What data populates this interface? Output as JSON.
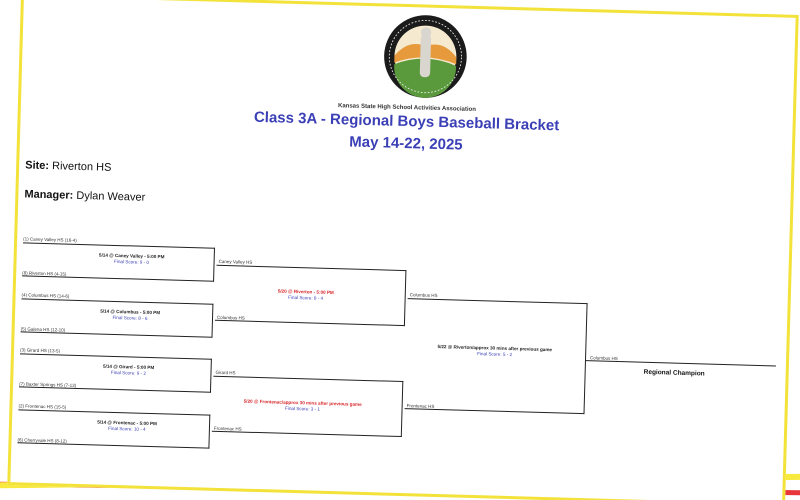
{
  "document": {
    "association": "Kansas State High School Activities Association",
    "title": "Class 3A - Regional Boys Baseball Bracket",
    "dates": "May 14-22, 2025",
    "site_label": "Site:",
    "site_value": "Riverton HS",
    "manager_label": "Manager:",
    "manager_value": "Dylan Weaver",
    "champion_label": "Regional Champion"
  },
  "bracket": {
    "round1": [
      {
        "top_team": "(1) Caney Valley HS (16-4)",
        "bottom_team": "(8) Riverton HS (4-15)",
        "game": "5/14 @ Caney Valley - 5:00 PM",
        "score": "Final Score: 9 - 0",
        "red": false
      },
      {
        "top_team": "(4) Columbus HS (14-6)",
        "bottom_team": "(5) Galena HS (12-10)",
        "game": "5/14 @ Columbus - 5:00 PM",
        "score": "Final Score: 8 - 6",
        "red": false
      },
      {
        "top_team": "(3) Girard HS (13-5)",
        "bottom_team": "(7) Baxter Springs HS (7-13)",
        "game": "5/14 @ Girard - 5:00 PM",
        "score": "Final Score: 9 - 2",
        "red": false
      },
      {
        "top_team": "(2) Frontenac HS (15-5)",
        "bottom_team": "(6) Cherryvale HS (8-12)",
        "game": "5/14 @ Frontenac - 5:00 PM",
        "score": "Final Score: 10 - 4",
        "red": false
      }
    ],
    "round2": [
      {
        "top_team": "Caney Valley HS",
        "bottom_team": "Columbus HS",
        "game": "5/20 @ Riverton - 5:00 PM",
        "score": "Final Score: 8 - 4",
        "red": true
      },
      {
        "top_team": "Girard HS",
        "bottom_team": "Frontenac HS",
        "game": "5/20 @ Frontenac/approx 30 mins after previous game",
        "score": "Final Score: 3 - 1",
        "red": true
      }
    ],
    "final": {
      "top_team": "Columbus HS",
      "bottom_team": "Frontenac HS",
      "game": "5/22 @ Riverton/approx 30 mins after previous game",
      "score": "Final Score: 5 - 2",
      "red": false
    },
    "champion_team": "Columbus HS"
  },
  "colors": {
    "title": "#3b3fb6",
    "paper_border": "#f2e23a",
    "red_text": "#d8262a"
  }
}
